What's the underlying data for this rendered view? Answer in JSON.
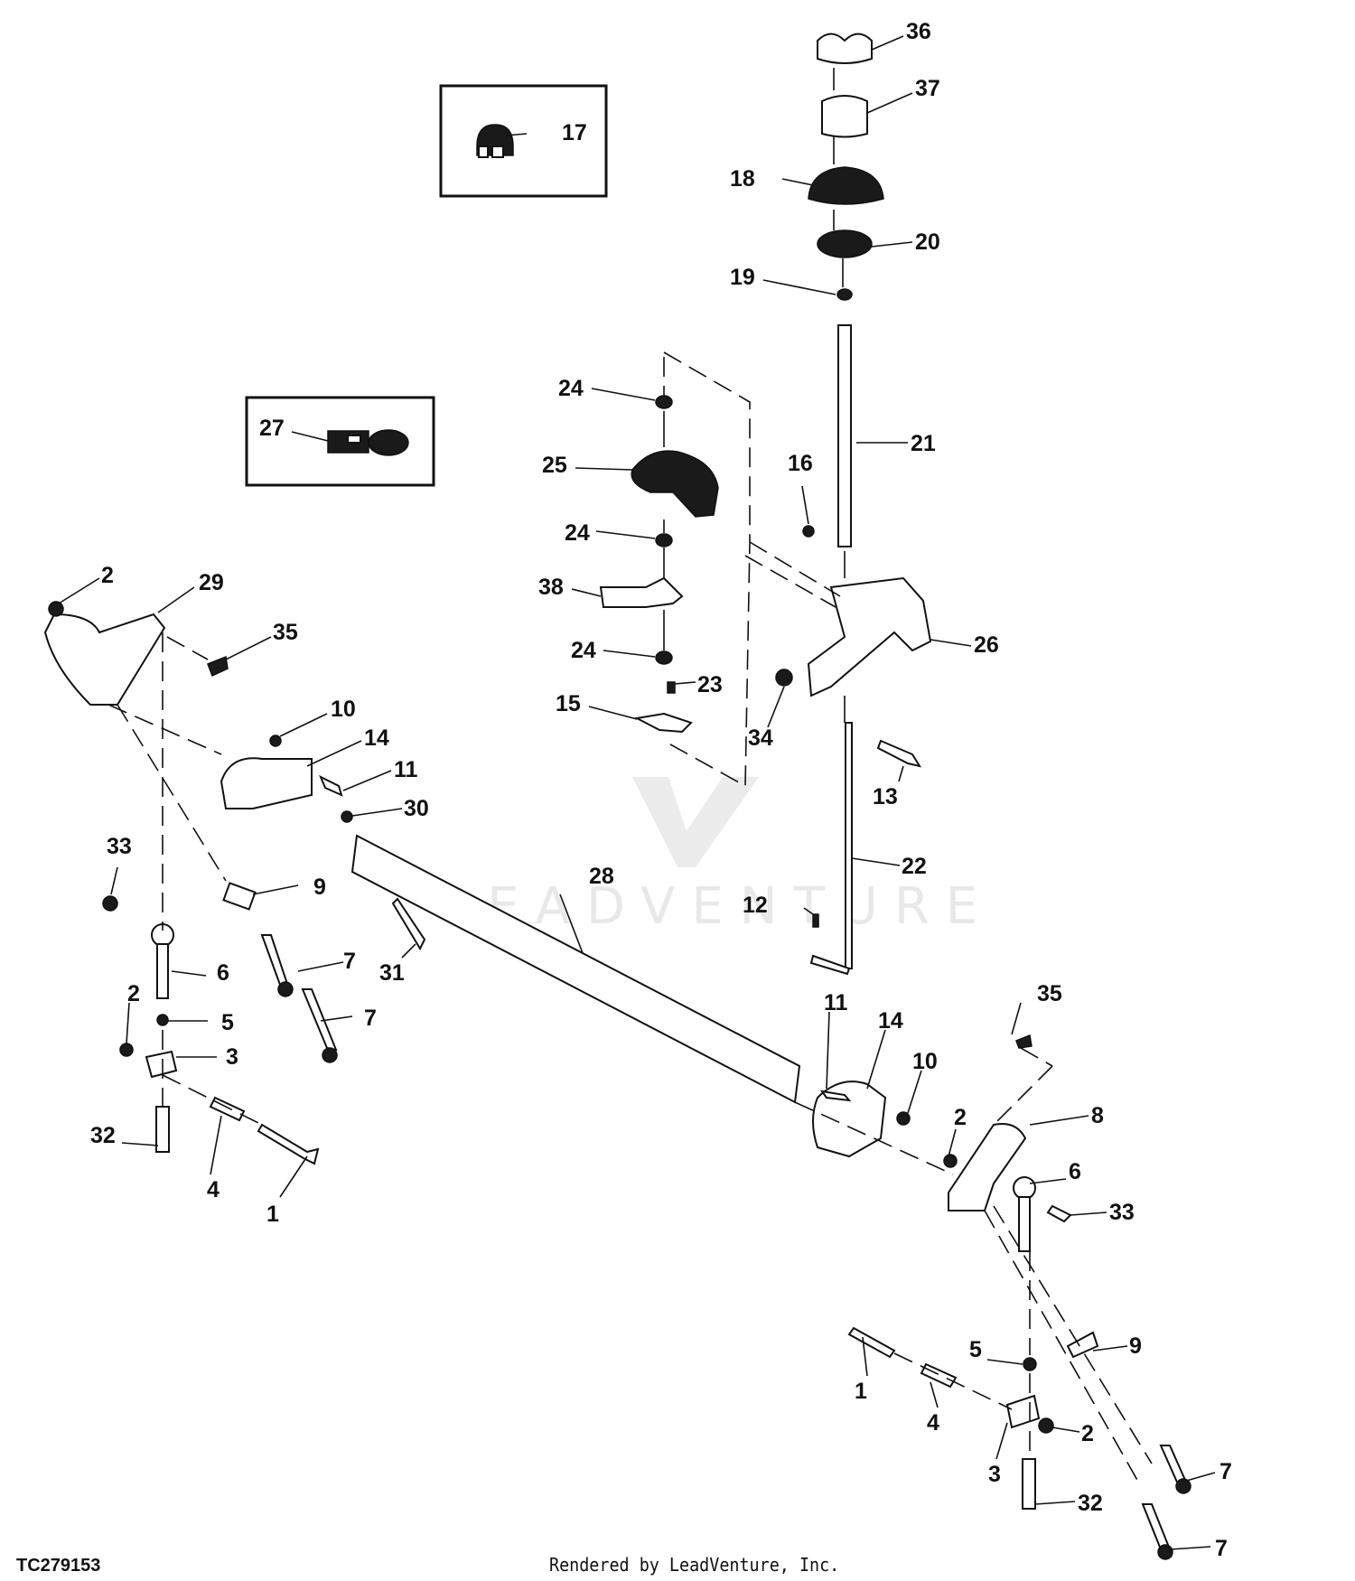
{
  "figure_id": "TC279153",
  "credit": "Rendered by LeadVenture, Inc.",
  "watermark": "LEADVENTURE",
  "insets": [
    {
      "callout": "17",
      "note": "inset box"
    },
    {
      "callout": "27",
      "note": "inset box"
    }
  ],
  "callouts": [
    {
      "id": "c36",
      "label": "36"
    },
    {
      "id": "c37",
      "label": "37"
    },
    {
      "id": "c18",
      "label": "18"
    },
    {
      "id": "c20",
      "label": "20"
    },
    {
      "id": "c19",
      "label": "19"
    },
    {
      "id": "c17",
      "label": "17"
    },
    {
      "id": "c27",
      "label": "27"
    },
    {
      "id": "c24a",
      "label": "24"
    },
    {
      "id": "c25",
      "label": "25"
    },
    {
      "id": "c24b",
      "label": "24"
    },
    {
      "id": "c38",
      "label": "38"
    },
    {
      "id": "c24c",
      "label": "24"
    },
    {
      "id": "c23",
      "label": "23"
    },
    {
      "id": "c15",
      "label": "15"
    },
    {
      "id": "c21",
      "label": "21"
    },
    {
      "id": "c16",
      "label": "16"
    },
    {
      "id": "c26",
      "label": "26"
    },
    {
      "id": "c34",
      "label": "34"
    },
    {
      "id": "c13",
      "label": "13"
    },
    {
      "id": "c22",
      "label": "22"
    },
    {
      "id": "c12",
      "label": "12"
    },
    {
      "id": "c2a",
      "label": "2"
    },
    {
      "id": "c29",
      "label": "29"
    },
    {
      "id": "c35a",
      "label": "35"
    },
    {
      "id": "c10a",
      "label": "10"
    },
    {
      "id": "c14a",
      "label": "14"
    },
    {
      "id": "c11a",
      "label": "11"
    },
    {
      "id": "c30",
      "label": "30"
    },
    {
      "id": "c33a",
      "label": "33"
    },
    {
      "id": "c9a",
      "label": "9"
    },
    {
      "id": "c28",
      "label": "28"
    },
    {
      "id": "c7a",
      "label": "7"
    },
    {
      "id": "c31",
      "label": "31"
    },
    {
      "id": "c6a",
      "label": "6"
    },
    {
      "id": "c7b",
      "label": "7"
    },
    {
      "id": "c2b",
      "label": "2"
    },
    {
      "id": "c5a",
      "label": "5"
    },
    {
      "id": "c3a",
      "label": "3"
    },
    {
      "id": "c32a",
      "label": "32"
    },
    {
      "id": "c4a",
      "label": "4"
    },
    {
      "id": "c1a",
      "label": "1"
    },
    {
      "id": "c35b",
      "label": "35"
    },
    {
      "id": "c11b",
      "label": "11"
    },
    {
      "id": "c14b",
      "label": "14"
    },
    {
      "id": "c10b",
      "label": "10"
    },
    {
      "id": "c2c",
      "label": "2"
    },
    {
      "id": "c8",
      "label": "8"
    },
    {
      "id": "c6b",
      "label": "6"
    },
    {
      "id": "c33b",
      "label": "33"
    },
    {
      "id": "c9b",
      "label": "9"
    },
    {
      "id": "c5b",
      "label": "5"
    },
    {
      "id": "c1b",
      "label": "1"
    },
    {
      "id": "c4b",
      "label": "4"
    },
    {
      "id": "c2d",
      "label": "2"
    },
    {
      "id": "c7c",
      "label": "7"
    },
    {
      "id": "c3b",
      "label": "3"
    },
    {
      "id": "c32b",
      "label": "32"
    },
    {
      "id": "c7d",
      "label": "7"
    }
  ]
}
